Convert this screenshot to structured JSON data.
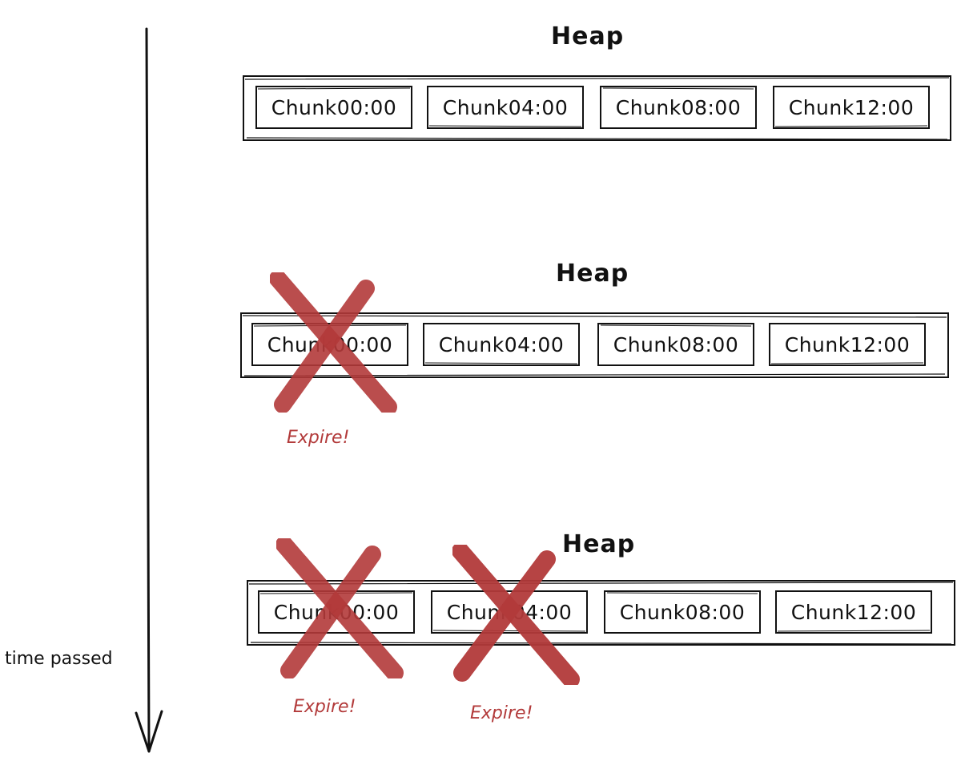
{
  "time_axis": {
    "label": "time passed"
  },
  "stages": [
    {
      "title": "Heap",
      "chunks": [
        "Chunk00:00",
        "Chunk04:00",
        "Chunk08:00",
        "Chunk12:00"
      ],
      "expired": []
    },
    {
      "title": "Heap",
      "chunks": [
        "Chunk00:00",
        "Chunk04:00",
        "Chunk08:00",
        "Chunk12:00"
      ],
      "expired": [
        {
          "chunk_index": 0,
          "label": "Expire!"
        }
      ]
    },
    {
      "title": "Heap",
      "chunks": [
        "Chunk00:00",
        "Chunk04:00",
        "Chunk08:00",
        "Chunk12:00"
      ],
      "expired": [
        {
          "chunk_index": 0,
          "label": "Expire!"
        },
        {
          "chunk_index": 1,
          "label": "Expire!"
        }
      ]
    }
  ],
  "colors": {
    "stroke": "#111111",
    "cross": "#b23a3a",
    "expire_text": "#b23a3a"
  }
}
